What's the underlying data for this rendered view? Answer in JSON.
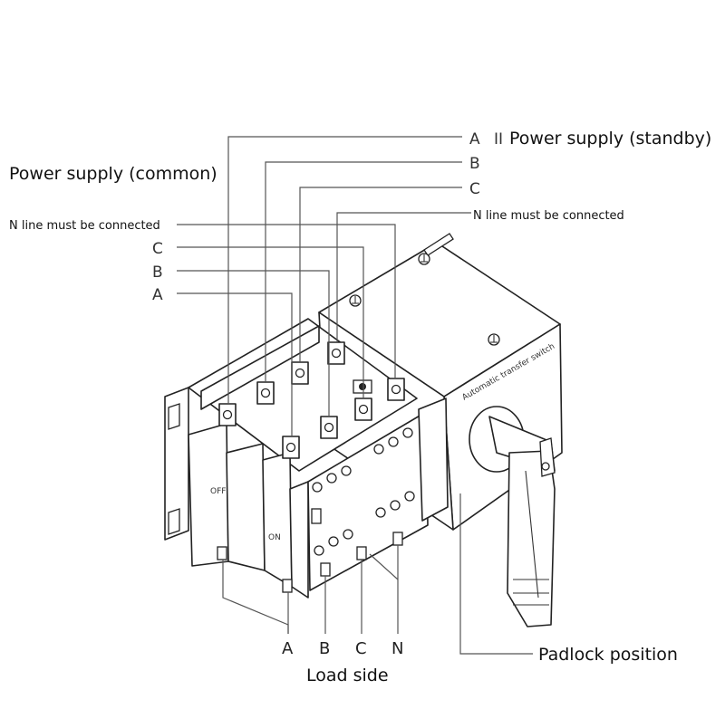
{
  "labels": {
    "standby_supply": "Power supply (standby)",
    "standby_roman": "II",
    "common_supply": "Power supply (common)",
    "n_line_left": "N line must be connected",
    "n_line_right": "N line must be connected",
    "standby_phase_a": "A",
    "standby_phase_b": "B",
    "standby_phase_c": "C",
    "common_phase_c": "C",
    "common_phase_b": "B",
    "common_phase_a": "A",
    "load_a": "A",
    "load_b": "B",
    "load_c": "C",
    "load_n": "N",
    "load_side": "Load side",
    "padlock": "Padlock position"
  },
  "device": {
    "top_face_text": "Automatic transfer switch",
    "off_mark": "OFF",
    "on_mark": "ON"
  }
}
